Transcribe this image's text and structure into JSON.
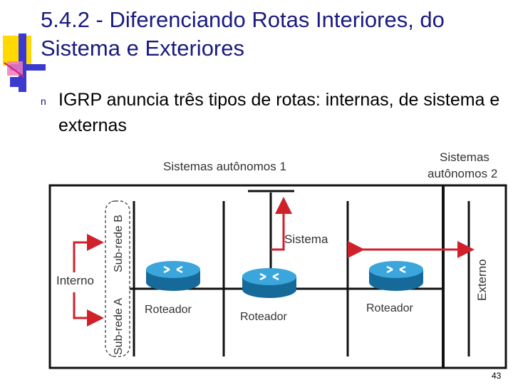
{
  "slide": {
    "title": "5.4.2 - Diferenciando Rotas Interiores, do Sistema e Exteriores",
    "bullet_marker": "n",
    "bullet_text": "IGRP anuncia três tipos de rotas: internas, de sistema e externas",
    "page_number": "43"
  },
  "diagram": {
    "as1_label": "Sistemas autônomos 1",
    "as2_label_line1": "Sistemas",
    "as2_label_line2": "autônomos 2",
    "subnet_a": "Sub-rede A",
    "subnet_b": "Sub-rede B",
    "interno": "Interno",
    "sistema": "Sistema",
    "externo": "Externo",
    "routers": [
      "Roteador",
      "Roteador",
      "Roteador"
    ],
    "colors": {
      "arrow": "#d0202a",
      "router": "#1b84bd",
      "line": "#111111",
      "title": "#1a1a80"
    }
  }
}
